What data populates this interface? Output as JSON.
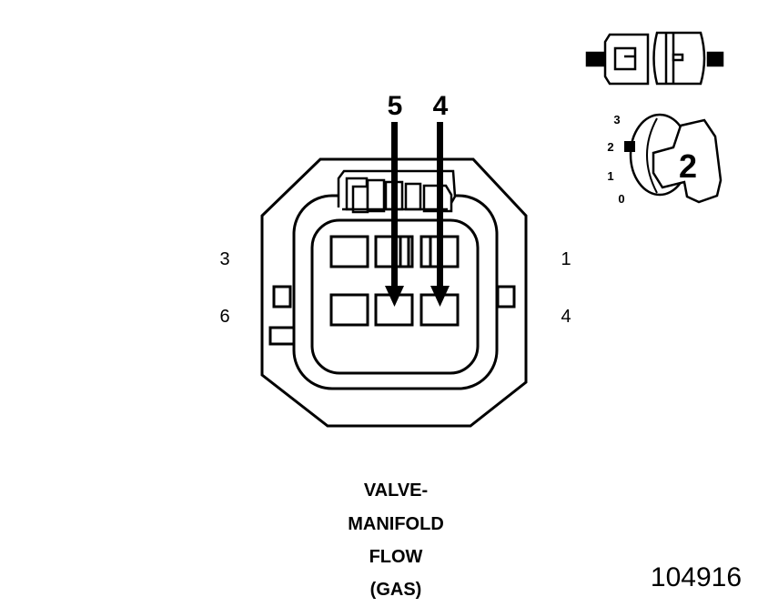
{
  "connector": {
    "pin_labels": {
      "top_left": "3",
      "bottom_left": "6",
      "top_right": "1",
      "bottom_right": "4"
    },
    "arrow_labels": {
      "left": "5",
      "right": "4"
    }
  },
  "locator": {
    "positions": [
      "3",
      "2",
      "1",
      "0"
    ],
    "key_number": "2"
  },
  "caption": {
    "line1": "VALVE-",
    "line2": "MANIFOLD",
    "line3": "FLOW",
    "line4": "(GAS)"
  },
  "figure_id": "104916"
}
